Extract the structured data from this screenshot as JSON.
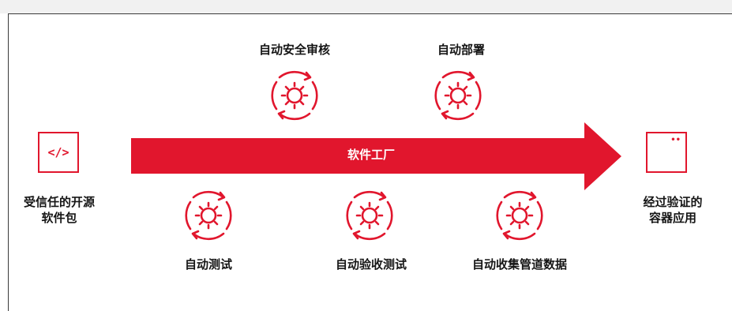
{
  "diagram": {
    "source": {
      "label_line1": "受信任的开源",
      "label_line2": "软件包",
      "icon": "code-icon"
    },
    "target": {
      "label_line1": "经过验证的",
      "label_line2": "容器应用",
      "icon": "window-icon"
    },
    "arrow": {
      "label": "软件工厂"
    },
    "steps_top": [
      {
        "label": "自动安全审核",
        "icon": "gear-cycle-icon"
      },
      {
        "label": "自动部署",
        "icon": "gear-cycle-icon"
      }
    ],
    "steps_bottom": [
      {
        "label": "自动测试",
        "icon": "gear-cycle-icon"
      },
      {
        "label": "自动验收测试",
        "icon": "gear-cycle-icon"
      },
      {
        "label": "自动收集管道数据",
        "icon": "gear-cycle-icon"
      }
    ],
    "colors": {
      "accent": "#e1162d",
      "text": "#151515",
      "frame": "#3a3a3a",
      "topbar": "#f1f1f1"
    }
  }
}
